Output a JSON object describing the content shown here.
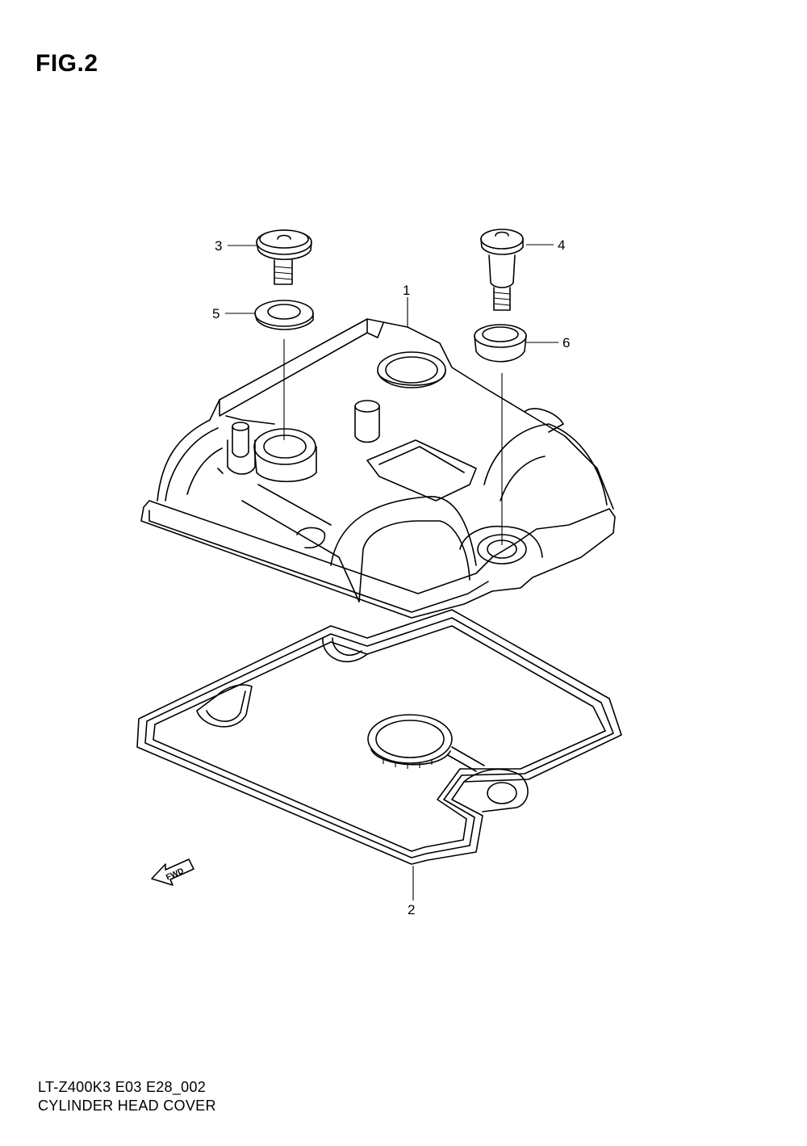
{
  "figure": {
    "title": "FIG.2"
  },
  "footer": {
    "model_code": "LT-Z400K3 E03 E28_002",
    "diagram_name": "CYLINDER HEAD  COVER"
  },
  "direction_indicator": {
    "text": "FWD"
  },
  "callouts": [
    {
      "number": "1",
      "part": "cylinder-head-cover"
    },
    {
      "number": "2",
      "part": "cover-gasket"
    },
    {
      "number": "3",
      "part": "cover-bolt"
    },
    {
      "number": "4",
      "part": "cover-bolt-long"
    },
    {
      "number": "5",
      "part": "bolt-seal"
    },
    {
      "number": "6",
      "part": "bolt-seal-grommet"
    }
  ]
}
